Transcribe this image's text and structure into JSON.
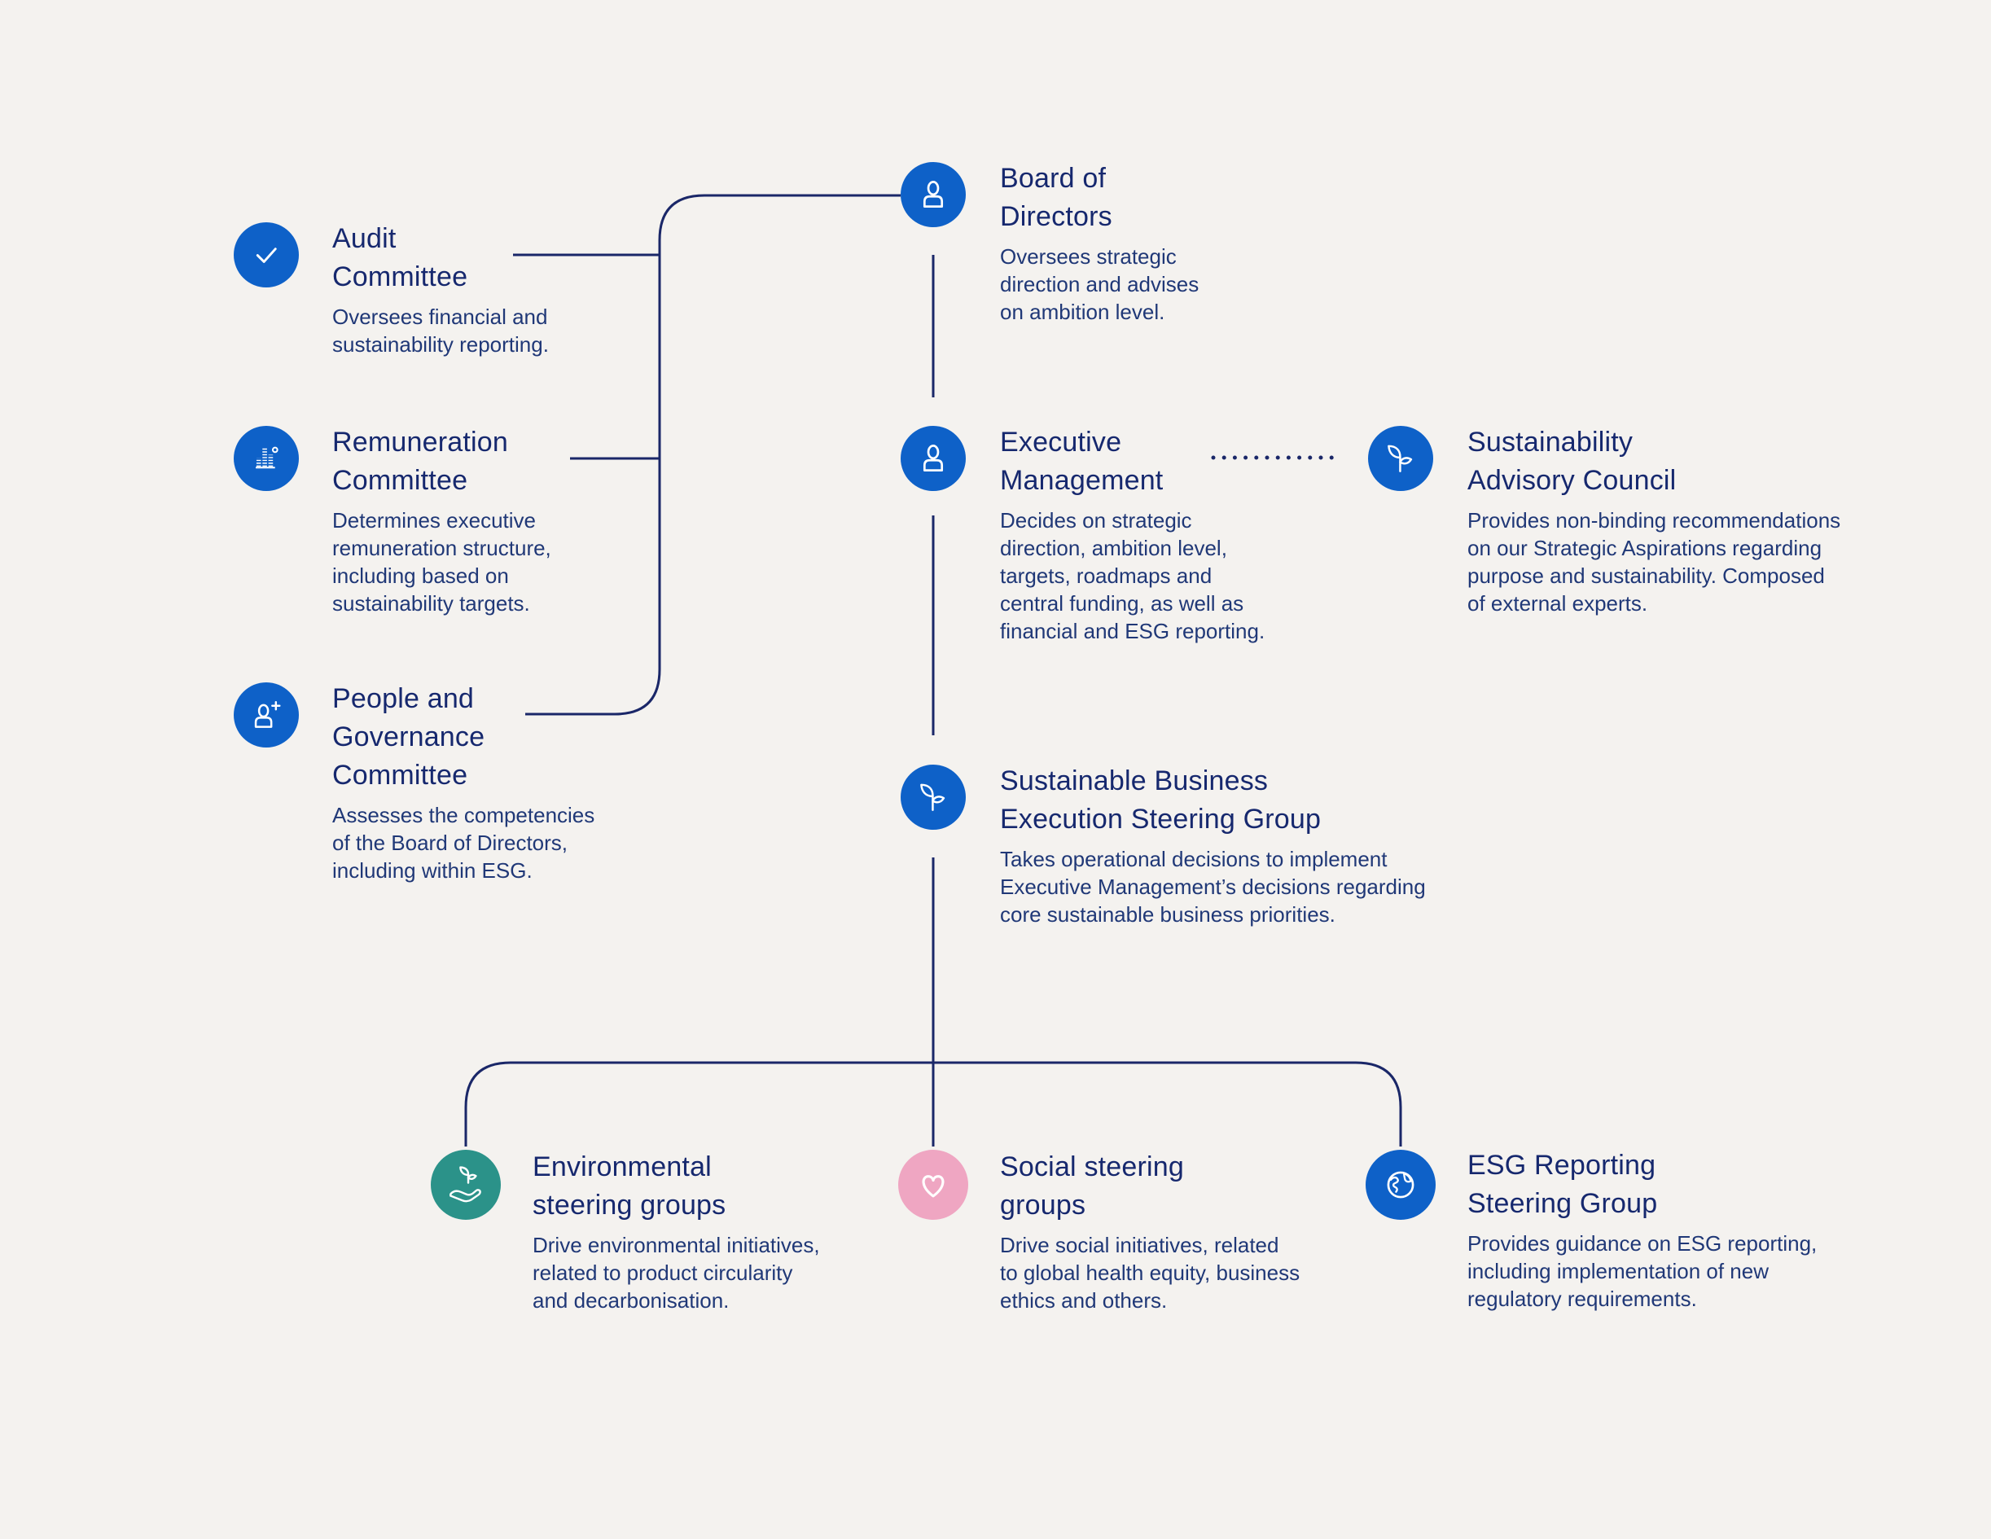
{
  "diagram": {
    "background_color": "#F4F2EF",
    "connector_color": "#1A2768",
    "palette": {
      "blue": "#0E61C8",
      "teal": "#2B9289",
      "pink": "#EFA6C2"
    },
    "nodes": [
      {
        "id": "audit-committee",
        "icon": "check-icon",
        "icon_color": "#0E61C8",
        "title": "Audit\nCommittee",
        "desc": "Oversees financial and\nsustainability reporting."
      },
      {
        "id": "remuneration-committee",
        "icon": "bar-chart-icon",
        "icon_color": "#0E61C8",
        "title": "Remuneration\nCommittee",
        "desc": "Determines executive\nremuneration structure,\nincluding based on\nsustainability targets."
      },
      {
        "id": "people-and-governance-committee",
        "icon": "person-add-icon",
        "icon_color": "#0E61C8",
        "title": "People and\nGovernance\nCommittee",
        "desc": "Assesses the competencies\nof the Board of Directors,\nincluding within ESG."
      },
      {
        "id": "board-of-directors",
        "icon": "person-icon",
        "icon_color": "#0E61C8",
        "title": "Board of\nDirectors",
        "desc": "Oversees strategic\ndirection and advises\non ambition level."
      },
      {
        "id": "executive-management",
        "icon": "person-icon",
        "icon_color": "#0E61C8",
        "title": "Executive\nManagement",
        "desc": "Decides on strategic\ndirection, ambition level,\ntargets, roadmaps and\ncentral funding, as well as\nfinancial and ESG reporting."
      },
      {
        "id": "sustainability-advisory-council",
        "icon": "leaf-icon",
        "icon_color": "#0E61C8",
        "title": "Sustainability\nAdvisory Council",
        "desc": "Provides non-binding recommendations\non our Strategic Aspirations regarding\npurpose and sustainability. Composed\nof external experts."
      },
      {
        "id": "sustainable-business-execution-steering-group",
        "icon": "leaf-icon",
        "icon_color": "#0E61C8",
        "title": "Sustainable Business\nExecution Steering Group",
        "desc": "Takes operational decisions to implement\nExecutive Management’s decisions regarding\ncore sustainable business priorities."
      },
      {
        "id": "environmental-steering-groups",
        "icon": "hand-plant-icon",
        "icon_color": "#2B9289",
        "title": "Environmental\nsteering groups",
        "desc": "Drive environmental initiatives,\nrelated to product circularity\nand decarbonisation."
      },
      {
        "id": "social-steering-groups",
        "icon": "heart-icon",
        "icon_color": "#EFA6C2",
        "title": "Social steering\ngroups",
        "desc": "Drive social initiatives, related\nto global health equity, business\nethics and others."
      },
      {
        "id": "esg-reporting-steering-group",
        "icon": "globe-icon",
        "icon_color": "#0E61C8",
        "title": "ESG Reporting\nSteering Group",
        "desc": "Provides guidance on ESG reporting,\nincluding implementation of new\nregulatory requirements."
      }
    ]
  }
}
